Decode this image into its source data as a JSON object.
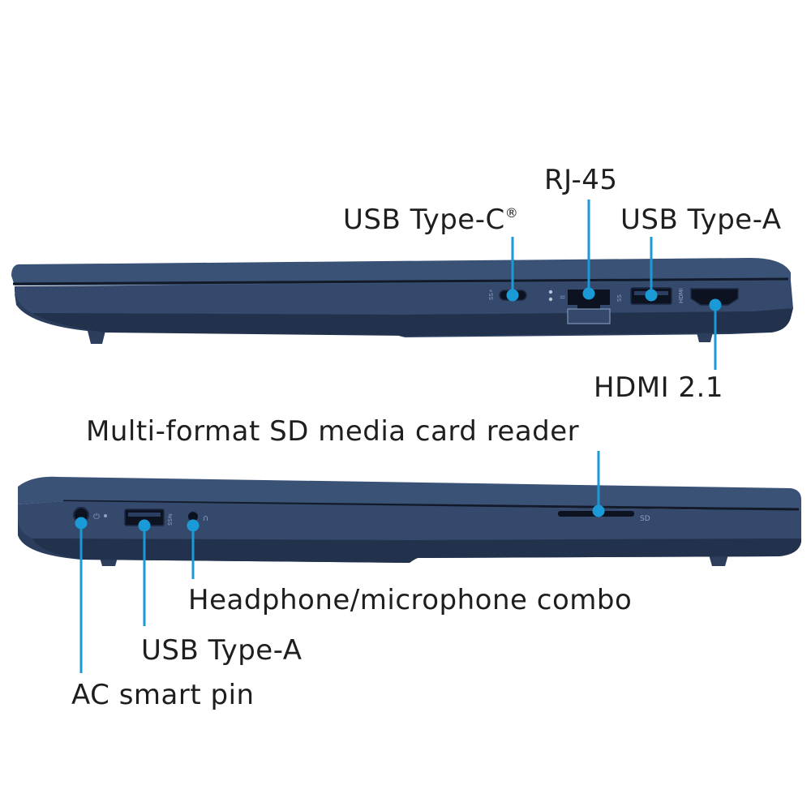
{
  "colors": {
    "chassis": "#34496b",
    "chassis_dark": "#24344f",
    "chassis_light": "#4b6389",
    "port": "#0c1220",
    "callout": "#1a9ad6",
    "label_text": "#1e1e1e"
  },
  "right_side_view": {
    "labels": {
      "usb_c": "USB Type-C",
      "usb_c_mark": "®",
      "rj45": "RJ-45",
      "usb_a": "USB Type-A",
      "hdmi": "HDMI 2.1"
    },
    "port_markings": {
      "sd": "SD"
    }
  },
  "left_side_view": {
    "labels": {
      "sd_reader": "Multi-format SD media card reader",
      "audio_combo": "Headphone/microphone combo",
      "usb_a": "USB Type-A",
      "ac_pin": "AC smart pin"
    }
  }
}
